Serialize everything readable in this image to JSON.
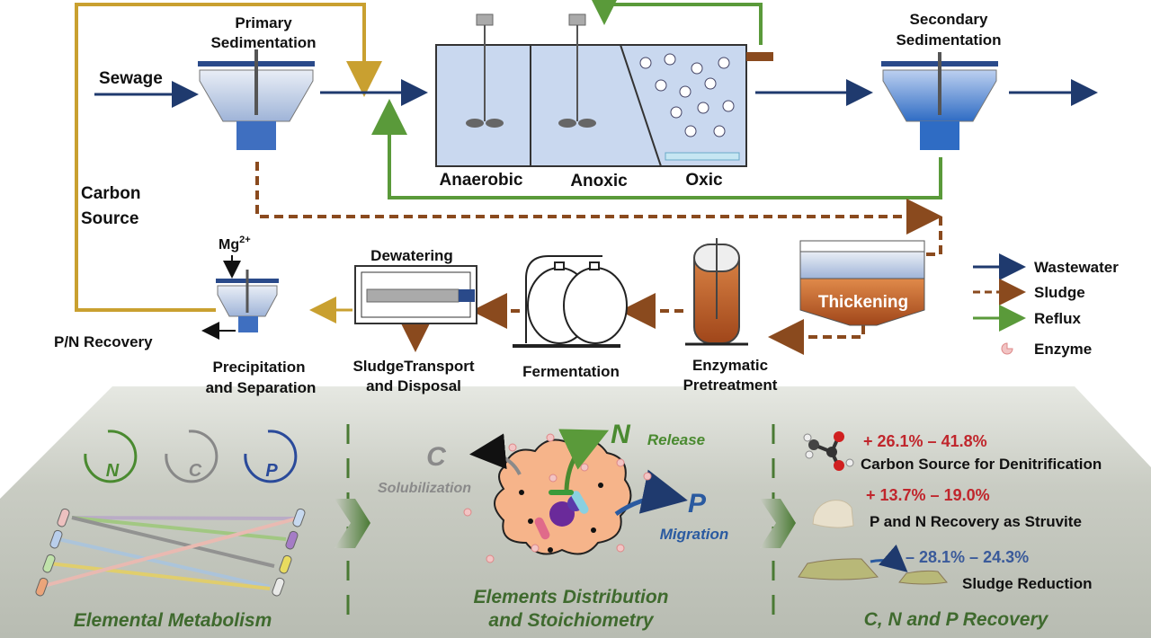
{
  "process": {
    "sewage": "Sewage",
    "primary_1": "Primary",
    "primary_2": "Sedimentation",
    "secondary_1": "Secondary",
    "secondary_2": "Sedimentation",
    "anaerobic": "Anaerobic",
    "anoxic": "Anoxic",
    "oxic": "Oxic",
    "carbon_1": "Carbon",
    "carbon_2": "Source",
    "mg": "Mg",
    "mg_sup": "2+",
    "pn_recovery": "P/N  Recovery",
    "precip_1": "Precipitation",
    "precip_2": "and Separation",
    "dewatering": "Dewatering",
    "transport_1": "SludgeTransport",
    "transport_2": "and Disposal",
    "fermentation": "Fermentation",
    "enzymatic_1": "Enzymatic",
    "enzymatic_2": "Pretreatment",
    "thickening": "Thickening"
  },
  "legend": [
    {
      "label": "Wastewater",
      "color": "#1f3a6e",
      "style": "solid-arrow"
    },
    {
      "label": "Sludge",
      "color": "#8a4a1e",
      "style": "dashed-arrow"
    },
    {
      "label": "Reflux",
      "color": "#5a9a3a",
      "style": "solid-arrow"
    },
    {
      "label": "Enzyme",
      "color": "#e8a0a0",
      "style": "enzyme-icon"
    }
  ],
  "panels": {
    "left": {
      "title": "Elemental Metabolism",
      "cycles": [
        "N",
        "C",
        "P"
      ]
    },
    "middle": {
      "title_1": "Elements Distribution",
      "title_2": "and Stoichiometry",
      "c": "C",
      "solubilization": "Solubilization",
      "n": "N",
      "release": "Release",
      "p": "P",
      "migration": "Migration"
    },
    "right": {
      "title": "C, N and P Recovery",
      "items": [
        {
          "value": "+ 26.1% – 41.8%",
          "label": "Carbon Source for Denitrification",
          "color": "#c0262c"
        },
        {
          "value": "+ 13.7% – 19.0%",
          "label": "P and N Recovery as Struvite",
          "color": "#c0262c"
        },
        {
          "value": "– 28.1% – 24.3%",
          "label": "Sludge Reduction",
          "color": "#3a5a9a"
        }
      ]
    }
  },
  "colors": {
    "wastewater": "#1f3a6e",
    "sludge": "#8a4a1e",
    "reflux": "#5a9a3a",
    "carbon": "#c9a030",
    "panel_title": "#3f6a2e"
  }
}
